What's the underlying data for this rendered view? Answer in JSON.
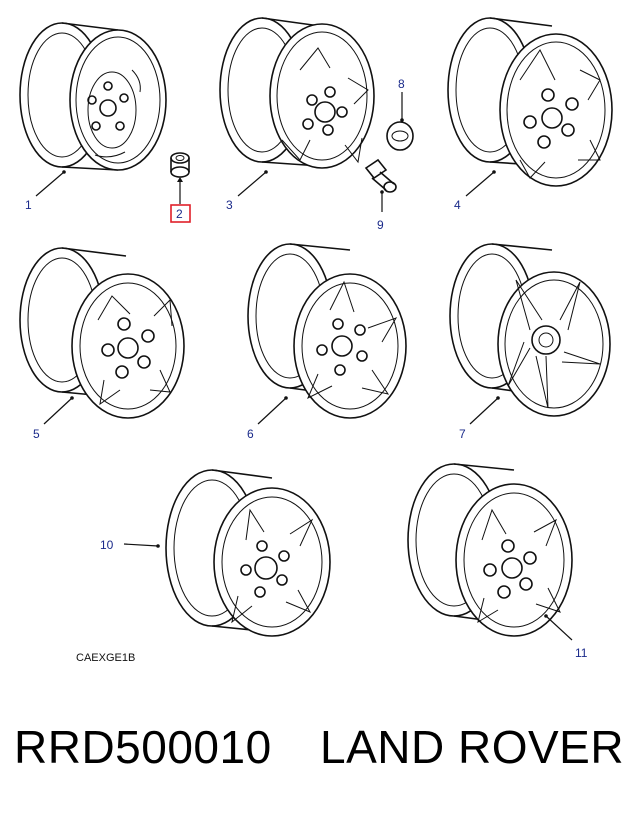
{
  "diagram": {
    "code": "CAEXGE1B",
    "callouts": [
      "1",
      "2",
      "3",
      "4",
      "5",
      "6",
      "7",
      "8",
      "9",
      "10",
      "11"
    ],
    "highlighted": "2",
    "highlight_color": "#e0202a",
    "callout_color": "#1a2a8a"
  },
  "footer": {
    "part_number": "RRD500010",
    "brand": "LAND ROVER"
  }
}
